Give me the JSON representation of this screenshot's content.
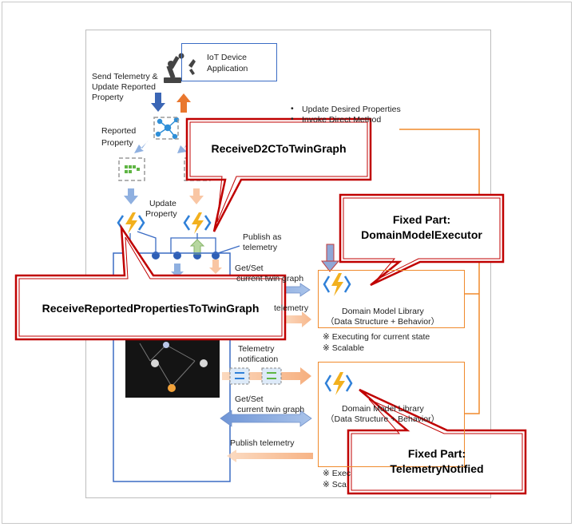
{
  "device": {
    "label_line1": "IoT Device",
    "label_line2": "Application",
    "send_line1": "Send Telemetry  &",
    "send_line2": "Update Reported",
    "send_line3": "Property"
  },
  "hub": {
    "reported_line1": "Reported",
    "reported_line2": "Property",
    "desired_line1": "Update Desired Properties",
    "desired_line2": "Invoke Direct Method"
  },
  "functions": {
    "update_line1": "Update",
    "update_line2": "Property",
    "publish_line1": "Publish as",
    "publish_line2": "telemetry",
    "getset_1_line1": "Get/Set",
    "getset_1_line2": "current twin graph",
    "telemetry_partial": "telemetry",
    "telemetry_notification_line1": "Telemetry",
    "telemetry_notification_line2": "notification",
    "getset_2_line1": "Get/Set",
    "getset_2_line2": "current twin graph",
    "publish_telemetry": "Publish telemetry"
  },
  "library_top": {
    "title": "Domain Model Library",
    "subtitle": "（Data Structure + Behavior）",
    "note1": "※ Executing for current state",
    "note2": "※ Scalable"
  },
  "library_bottom": {
    "title": "Domain Model Library",
    "subtitle": "（Data Structure + Behavior）",
    "note1": "※ Exec",
    "note2": "※ Sca"
  },
  "callouts": {
    "d2c": "ReceiveD2CToTwinGraph",
    "fixed_exec_line1": "Fixed Part:",
    "fixed_exec_line2": "DomainModelExecutor",
    "reported": "ReceiveReportedPropertiesToTwinGraph",
    "fixed_tel_line1": "Fixed Part:",
    "fixed_tel_line2": "TelemetryNotified"
  },
  "colors": {
    "callout_border": "#c00000",
    "box_blue": "#3b6cc4",
    "box_orange": "#f08a2c",
    "arrow_blue": "#8fb0e0",
    "arrow_orange": "#f9c6a4",
    "function_yellow": "#f2b01e",
    "function_blue": "#2f80d8"
  }
}
